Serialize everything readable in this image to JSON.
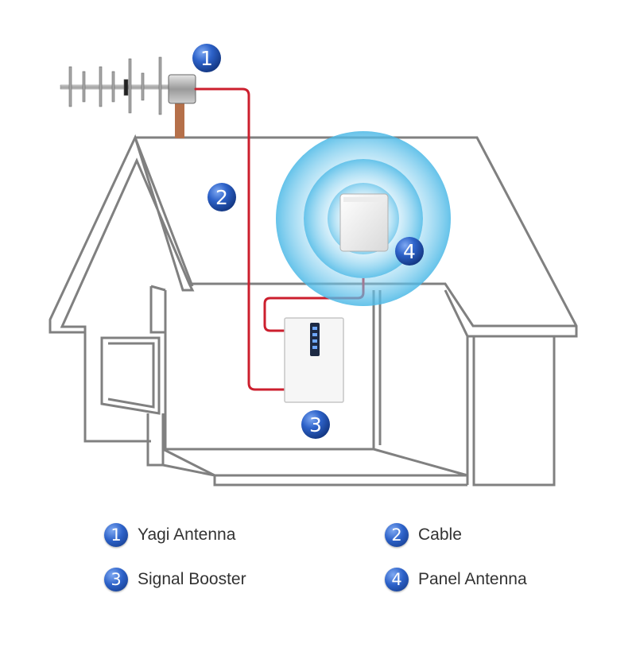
{
  "colors": {
    "house_outline": "#808080",
    "cable": "#cc1f2e",
    "badge": "#2d62c9",
    "mast": "#b5704a",
    "signal_ring": "#4ab8e6"
  },
  "badges": {
    "yagi": "1",
    "cable": "2",
    "booster": "3",
    "panel": "4"
  },
  "legend": [
    {
      "num": "1",
      "label": "Yagi Antenna"
    },
    {
      "num": "2",
      "label": "Cable"
    },
    {
      "num": "3",
      "label": "Signal Booster"
    },
    {
      "num": "4",
      "label": "Panel Antenna"
    }
  ]
}
